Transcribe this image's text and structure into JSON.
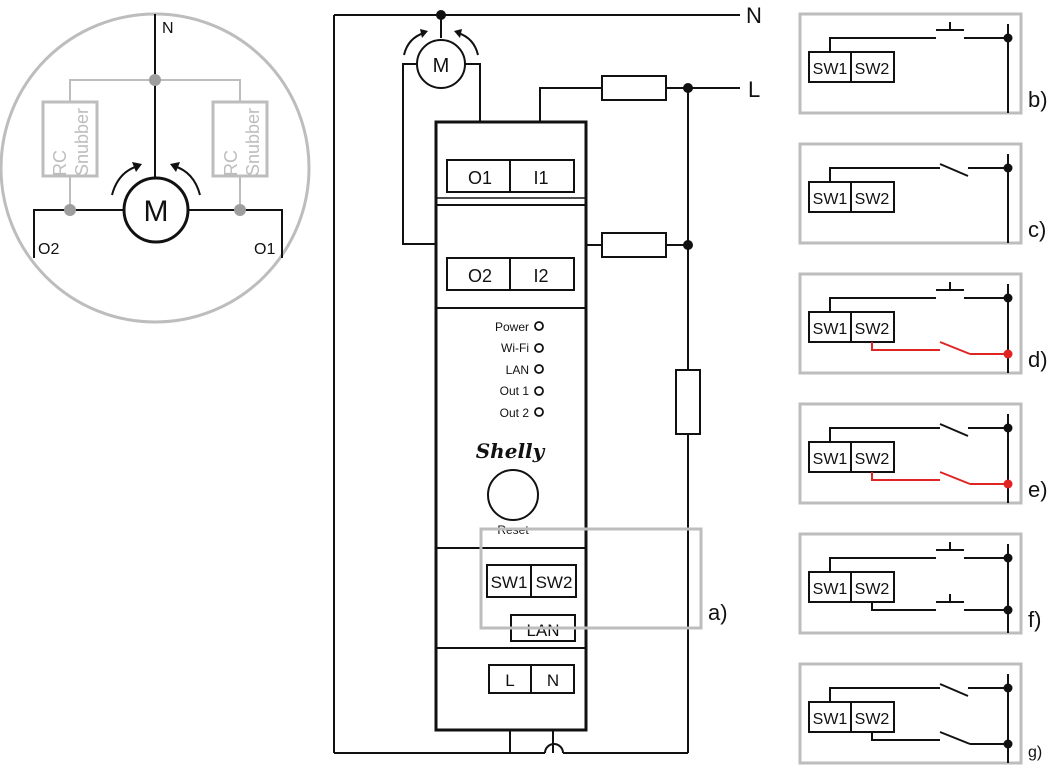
{
  "colors": {
    "wire": "#111111",
    "grey": "#bdbdbd",
    "red_wire": "#e02424",
    "background": "#ffffff"
  },
  "inset": {
    "neutral_label": "N",
    "snubber_left": [
      "RC",
      "Snubber"
    ],
    "snubber_right": [
      "RC",
      "Snubber"
    ],
    "motor_label": "M",
    "out_left": "O2",
    "out_right": "O1"
  },
  "main": {
    "neutral_label": "N",
    "live_label": "L",
    "motor_label": "M",
    "terminal_o1": "O1",
    "terminal_i1": "I1",
    "terminal_o2": "O2",
    "terminal_i2": "I2",
    "leds": [
      "Power",
      "Wi-Fi",
      "LAN",
      "Out 1",
      "Out 2"
    ],
    "brand": "Shelly",
    "reset_label": "Reset",
    "sw1": "SW1",
    "sw2": "SW2",
    "lan_port": "LAN",
    "power_l": "L",
    "power_n": "N",
    "callout_label": "a)"
  },
  "variants": [
    {
      "label": "b)",
      "sw1": "SW1",
      "sw2": "SW2"
    },
    {
      "label": "c)",
      "sw1": "SW1",
      "sw2": "SW2"
    },
    {
      "label": "d)",
      "sw1": "SW1",
      "sw2": "SW2"
    },
    {
      "label": "e)",
      "sw1": "SW1",
      "sw2": "SW2"
    },
    {
      "label": "f)",
      "sw1": "SW1",
      "sw2": "SW2"
    },
    {
      "label": "g)",
      "sw1": "SW1",
      "sw2": "SW2"
    }
  ]
}
